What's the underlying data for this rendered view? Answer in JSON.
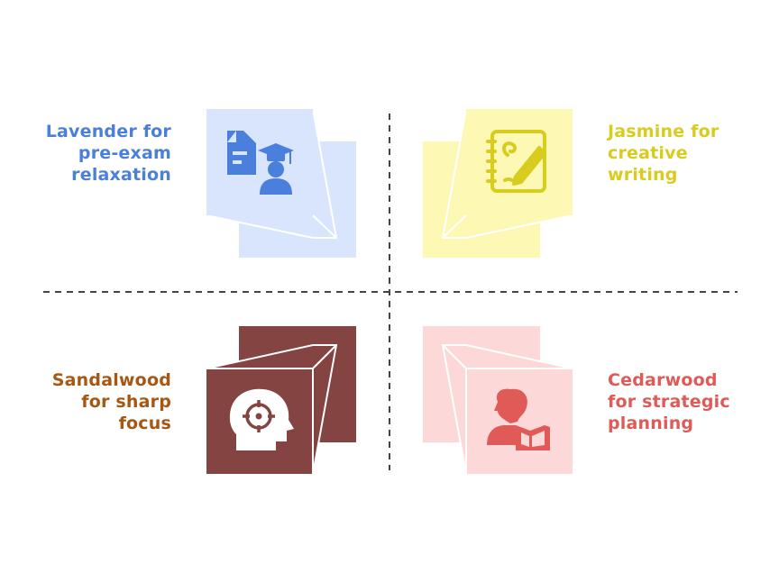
{
  "quadrants": {
    "top_left": {
      "label_lines": [
        "Lavender for",
        "pre-exam",
        "relaxation"
      ],
      "color": "#4a7fdc",
      "box_color": "#d8e5fc",
      "icon": "student-document-icon"
    },
    "top_right": {
      "label_lines": [
        "Jasmine for",
        "creative",
        "writing"
      ],
      "color": "#d8cc1e",
      "box_color": "#fdf8b4",
      "icon": "notebook-pen-icon"
    },
    "bottom_left": {
      "label_lines": [
        "Sandalwood",
        "for sharp",
        "focus"
      ],
      "color": "#a85712",
      "box_color": "#844441",
      "icon": "head-target-icon"
    },
    "bottom_right": {
      "label_lines": [
        "Cedarwood",
        "for strategic",
        "planning"
      ],
      "color": "#e05a57",
      "box_color": "#fdd8d8",
      "icon": "reader-book-icon"
    }
  }
}
